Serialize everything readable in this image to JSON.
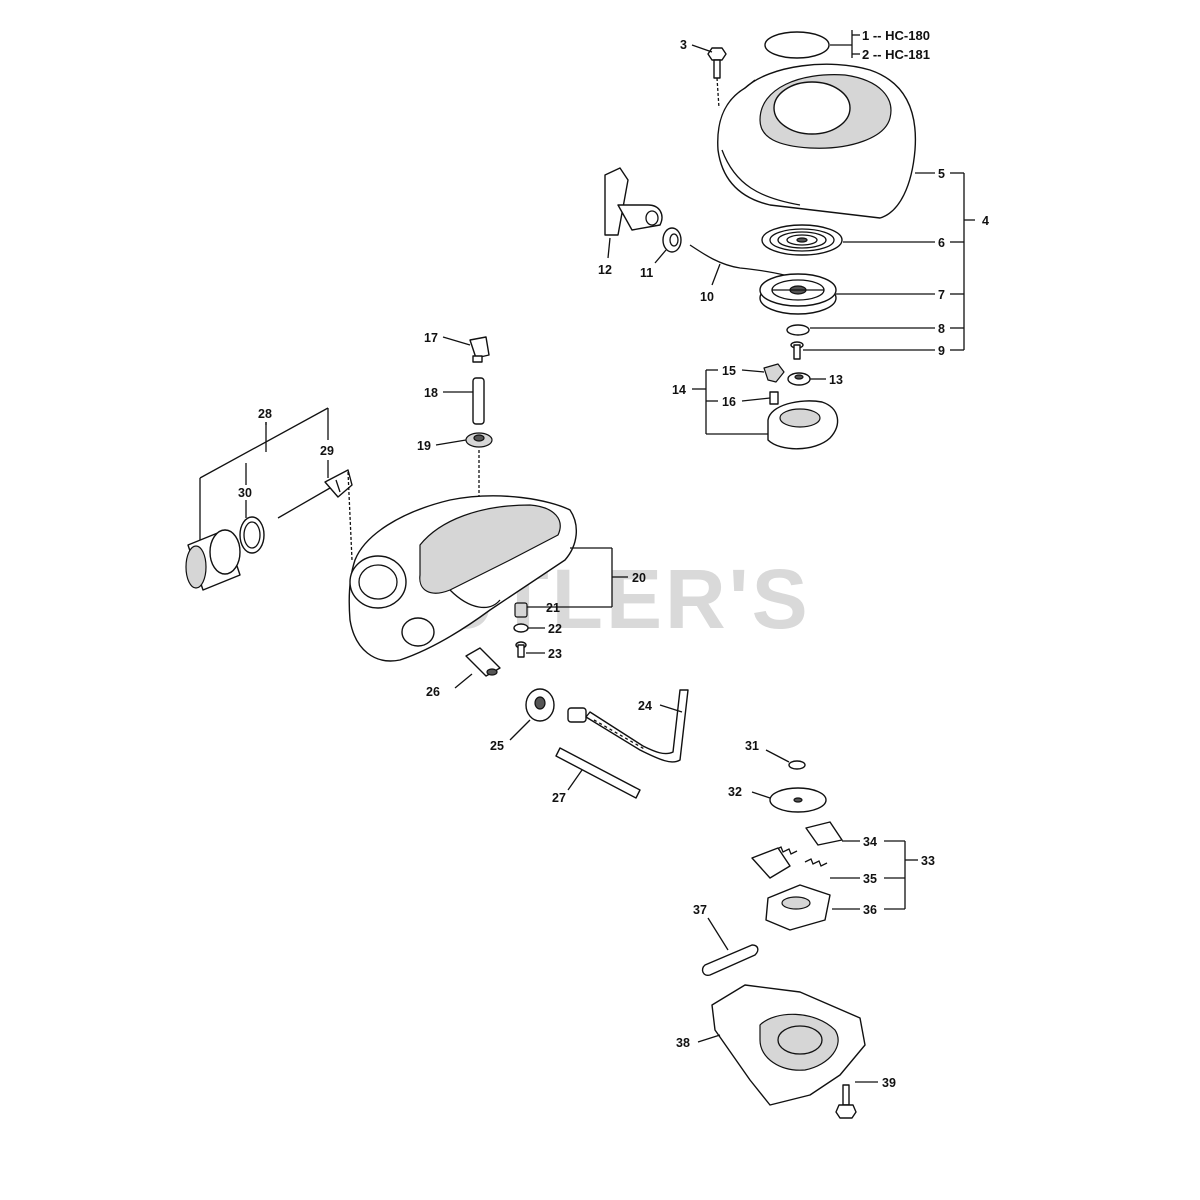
{
  "watermark": "CUTLER'S",
  "model_options": [
    {
      "ref": "1",
      "code": "HC-180"
    },
    {
      "ref": "2",
      "code": "HC-181"
    }
  ],
  "callouts": [
    "3",
    "4",
    "5",
    "6",
    "7",
    "8",
    "9",
    "10",
    "11",
    "12",
    "13",
    "14",
    "15",
    "16",
    "17",
    "18",
    "19",
    "20",
    "21",
    "22",
    "23",
    "24",
    "25",
    "26",
    "27",
    "28",
    "29",
    "30",
    "31",
    "32",
    "33",
    "34",
    "35",
    "36",
    "37",
    "38",
    "39"
  ]
}
